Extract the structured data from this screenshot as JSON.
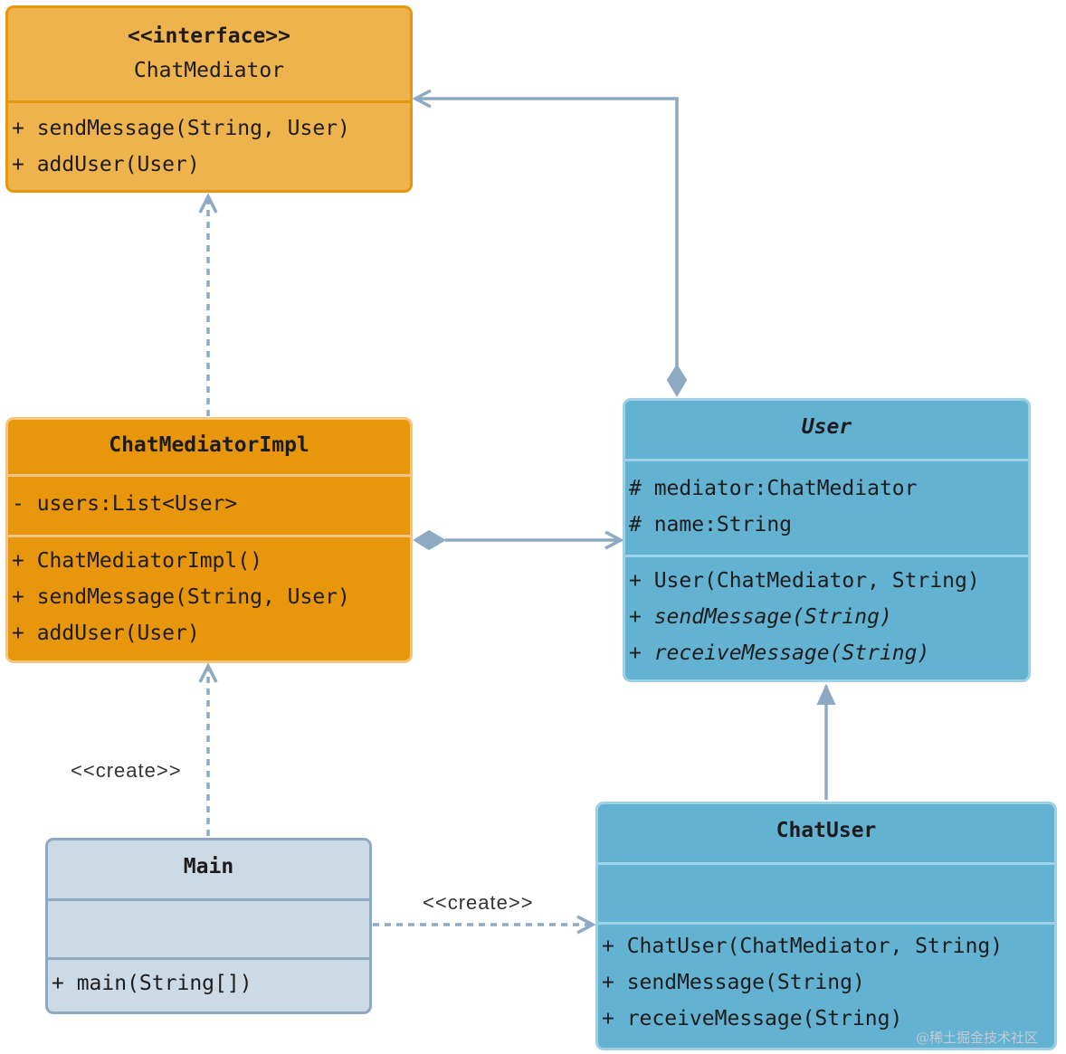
{
  "colors": {
    "interface_fill": "#eeb34d",
    "interface_border": "#e6970f",
    "impl_fill": "#e8960b",
    "user_fill": "#63b2d2",
    "main_fill": "#ccdae6",
    "connector": "#8eaac2"
  },
  "chat_mediator": {
    "stereotype": "<<interface>>",
    "name": "ChatMediator",
    "methods": [
      "+ sendMessage(String, User)",
      "+ addUser(User)"
    ]
  },
  "chat_mediator_impl": {
    "name": "ChatMediatorImpl",
    "attributes": [
      "- users:List<User>"
    ],
    "methods": [
      "+ ChatMediatorImpl()",
      "+ sendMessage(String, User)",
      "+ addUser(User)"
    ]
  },
  "user": {
    "name": "User",
    "attributes": [
      "# mediator:ChatMediator",
      "# name:String"
    ],
    "methods": [
      "+ User(ChatMediator, String)",
      "+ sendMessage(String)",
      "+ receiveMessage(String)"
    ]
  },
  "chat_user": {
    "name": "ChatUser",
    "methods": [
      "+ ChatUser(ChatMediator, String)",
      "+ sendMessage(String)",
      "+ receiveMessage(String)"
    ]
  },
  "main_class": {
    "name": "Main",
    "methods": [
      "+ main(String[])"
    ]
  },
  "labels": {
    "create_impl": "<<create>>",
    "create_chatuser": "<<create>>"
  },
  "watermark": "@稀土掘金技术社区"
}
